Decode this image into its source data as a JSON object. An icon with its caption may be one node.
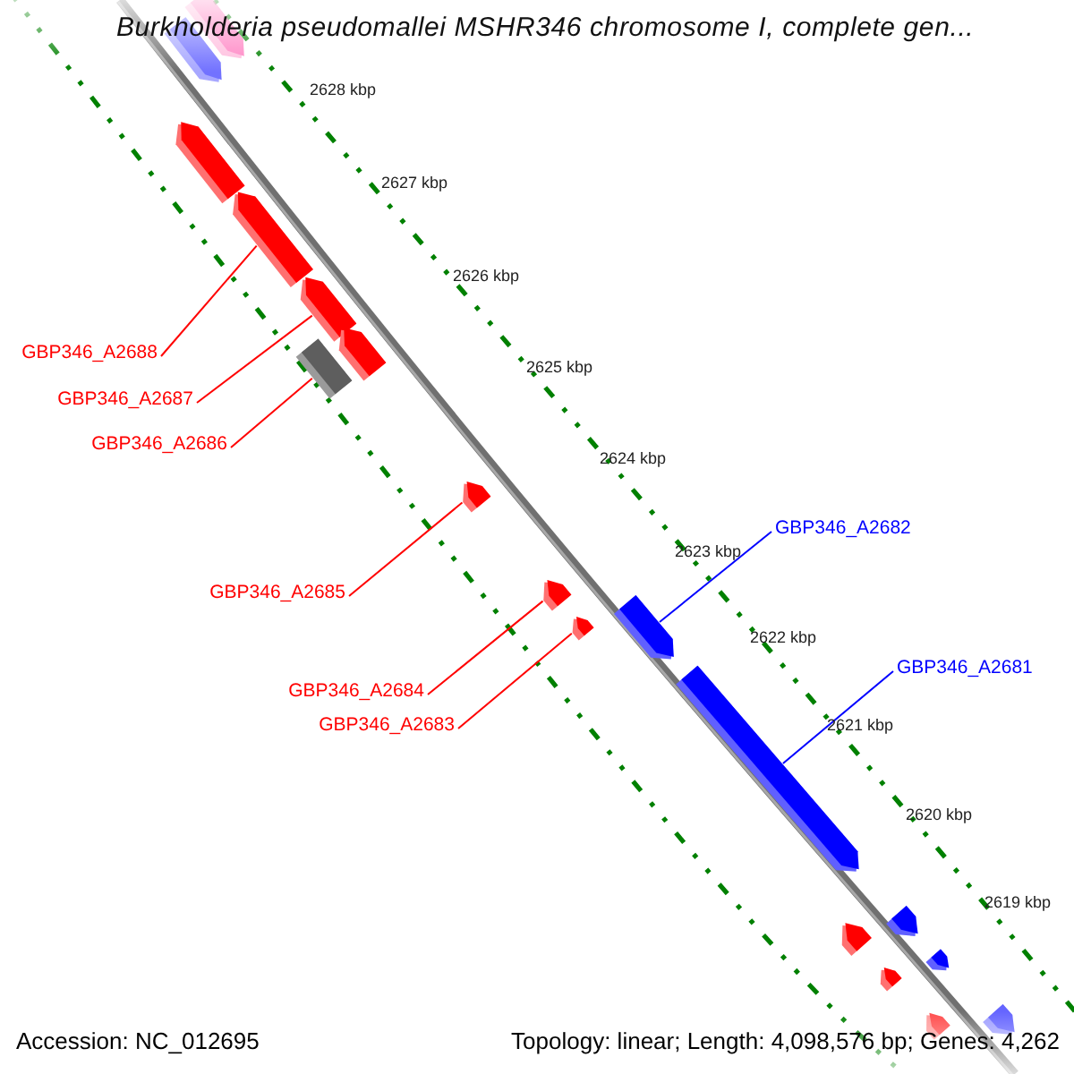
{
  "diagram": {
    "title": "Burkholderia pseudomallei MSHR346 chromosome I, complete gen...",
    "nodes": [
      {
        "text": [
          "GBP346_A2688"
        ]
      },
      {
        "text": [
          "GBP346_A2687"
        ]
      },
      {
        "text": [
          "GBP346_A2686"
        ]
      },
      {
        "text": [
          "GBP346_A2685"
        ]
      },
      {
        "text": [
          "GBP346_A2684"
        ]
      },
      {
        "text": [
          "GBP346_A2683"
        ]
      },
      {
        "text": [
          "GBP346_A2682"
        ]
      },
      {
        "text": [
          "GBP346_A2681"
        ]
      },
      {
        "text": [],
        "shape": "pentagon"
      },
      {
        "text": [],
        "shape": "pentagon"
      },
      {
        "text": [],
        "shape": "pentagon"
      },
      {
        "text": [],
        "shape": "pentagon"
      },
      {
        "text": [],
        "shape": "pentagon"
      },
      {
        "text": [],
        "shape": "pentagon"
      },
      {
        "text": [],
        "shape": "box"
      },
      {
        "text": [],
        "shape": "pentagon"
      },
      {
        "text": [],
        "shape": "pentagon"
      },
      {
        "text": [],
        "shape": "pentagon"
      },
      {
        "text": [],
        "shape": "pentagon"
      },
      {
        "text": [],
        "shape": "pentagon"
      },
      {
        "text": [],
        "shape": "pentagon"
      },
      {
        "text": [],
        "shape": "pentagon"
      },
      {
        "text": [],
        "shape": "pentagon"
      },
      {
        "text": [],
        "shape": "pentagon"
      },
      {
        "text": [],
        "shape": "pentagon"
      },
      {
        "text": [],
        "shape": "pentagon"
      }
    ],
    "edges": [
      {
        "from": 0,
        "to": 11,
        "arrow": "none"
      },
      {
        "from": 1,
        "to": 12,
        "arrow": "none"
      },
      {
        "from": 2,
        "to": 14,
        "arrow": "none"
      },
      {
        "from": 3,
        "to": 15,
        "arrow": "none"
      },
      {
        "from": 4,
        "to": 16,
        "arrow": "none"
      },
      {
        "from": 5,
        "to": 17,
        "arrow": "none"
      },
      {
        "from": 6,
        "to": 18,
        "arrow": "none",
        "color": "#0000ff"
      },
      {
        "from": 7,
        "to": 19,
        "arrow": "none",
        "color": "#0000ff"
      }
    ],
    "labels": [
      "2628 kbp",
      "2627 kbp",
      "2626 kbp",
      "2625 kbp",
      "2624 kbp",
      "2623 kbp",
      "2622 kbp",
      "2621 kbp",
      "2620 kbp",
      "2619 kbp",
      "Accession: NC_012695",
      "Topology: linear; Length: 4,098,576 bp; Genes: 4,262"
    ]
  }
}
